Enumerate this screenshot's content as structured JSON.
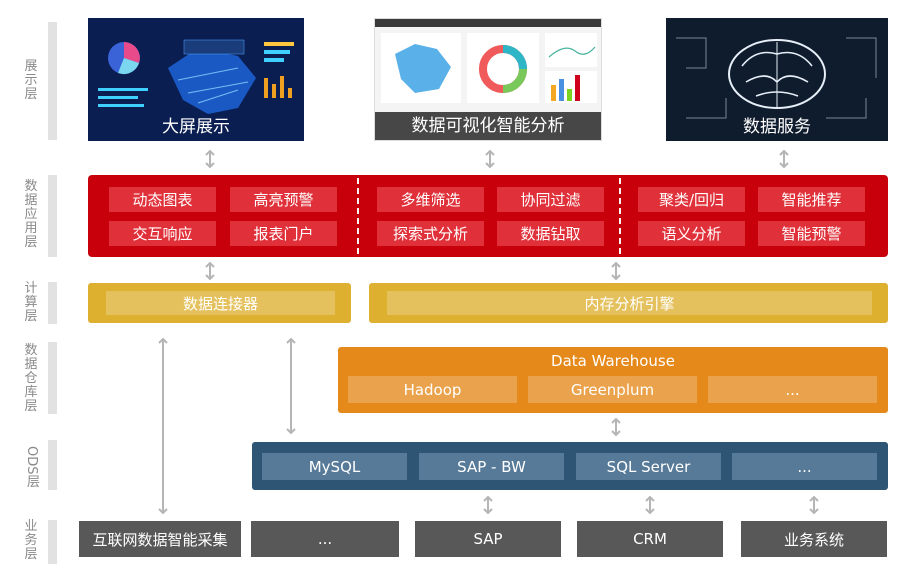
{
  "left_axis": {
    "display": "展示层",
    "app": "数据应用层",
    "compute": "计算层",
    "warehouse": "数据仓库层",
    "ods": "ODS层",
    "business": "业务层"
  },
  "display_layer": {
    "panels": [
      {
        "caption": "大屏展示"
      },
      {
        "caption": "数据可视化智能分析"
      },
      {
        "caption": "数据服务"
      }
    ]
  },
  "app_layer": {
    "items": [
      "动态图表",
      "高亮预警",
      "交互响应",
      "报表门户",
      "多维筛选",
      "协同过滤",
      "探索式分析",
      "数据钻取",
      "聚类/回归",
      "智能推荐",
      "语义分析",
      "智能预警"
    ]
  },
  "compute_layer": {
    "left": "数据连接器",
    "right": "内存分析引擎"
  },
  "warehouse_layer": {
    "title": "Data Warehouse",
    "items": [
      "Hadoop",
      "Greenplum",
      "..."
    ]
  },
  "ods_layer": {
    "items": [
      "MySQL",
      "SAP - BW",
      "SQL Server",
      "..."
    ]
  },
  "business_layer": {
    "items": [
      "互联网数据智能采集",
      "...",
      "SAP",
      "CRM",
      "业务系统"
    ]
  },
  "colors": {
    "red": "#c8000b",
    "yellow": "#ddb02f",
    "orange": "#e5891a",
    "blue": "#2f5575",
    "gray": "#585858"
  }
}
